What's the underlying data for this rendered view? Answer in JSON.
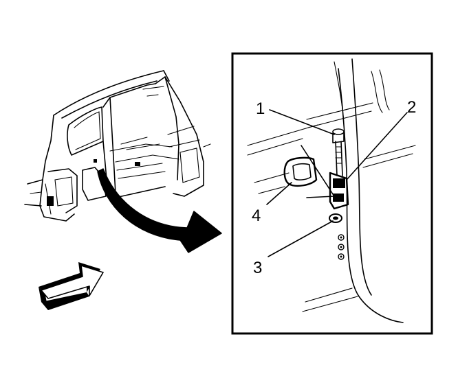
{
  "callouts": [
    {
      "id": "1",
      "label": "1"
    },
    {
      "id": "2",
      "label": "2"
    },
    {
      "id": "3",
      "label": "3"
    },
    {
      "id": "4",
      "label": "4"
    }
  ],
  "icons": {
    "vehicle": "vehicle-rear-door-opening",
    "detail_arrow": "curved-detail-arrow",
    "view_arrow": "view-direction-arrow"
  }
}
